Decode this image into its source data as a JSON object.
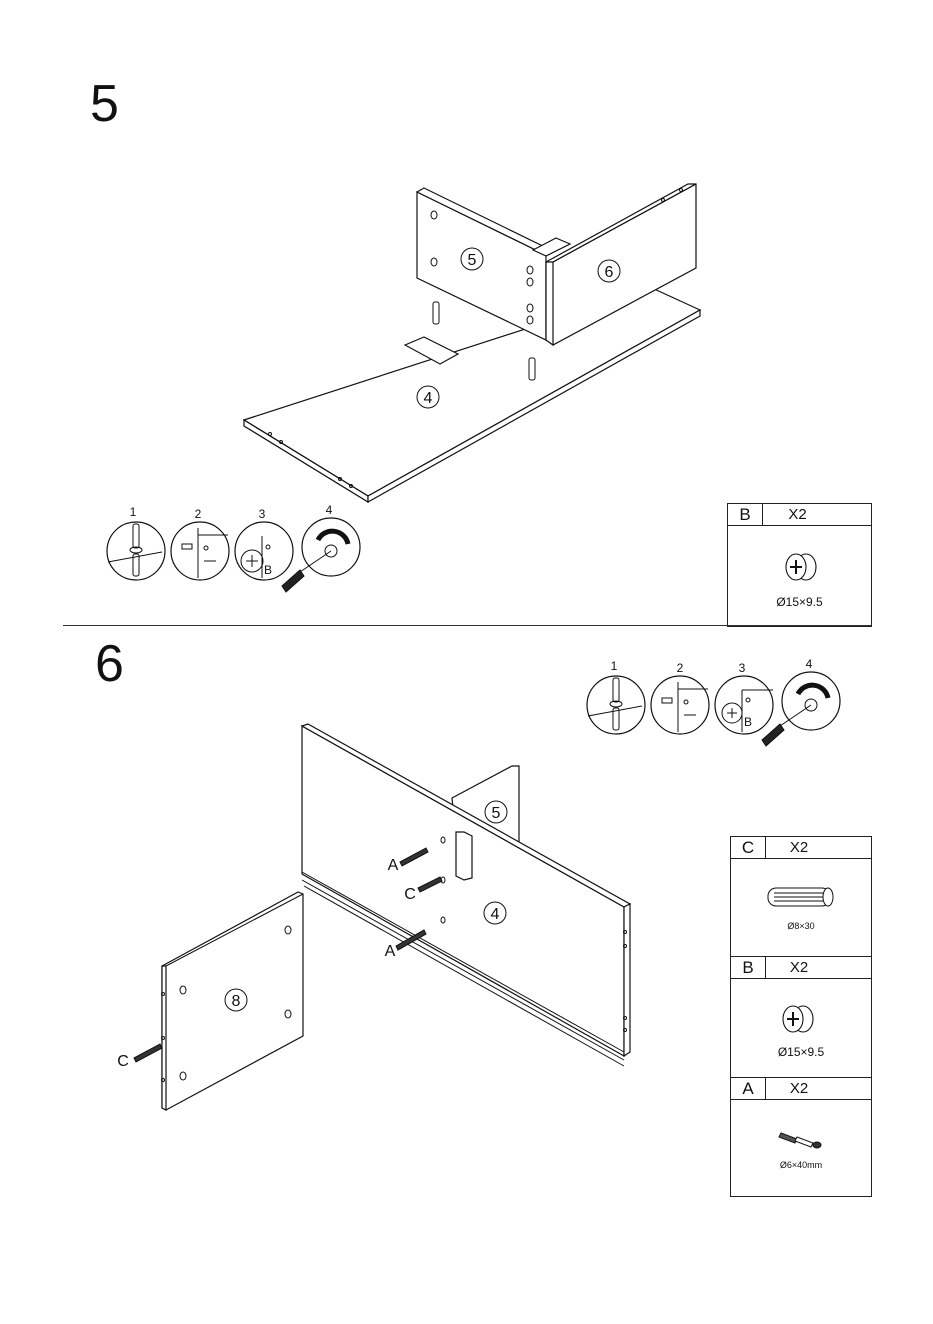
{
  "steps": [
    {
      "number": "5",
      "parts": [
        "5",
        "6",
        "4"
      ],
      "sequence": [
        "1",
        "2",
        "3",
        "4"
      ],
      "sequence_marker": "B",
      "hardware": [
        {
          "letter": "B",
          "qty": "X2",
          "size": "Ø15×9.5",
          "icon": "cam-lock-icon"
        }
      ]
    },
    {
      "number": "6",
      "parts": [
        "5",
        "4",
        "8"
      ],
      "callouts": [
        "A",
        "C",
        "A",
        "C"
      ],
      "sequence": [
        "1",
        "2",
        "3",
        "4"
      ],
      "sequence_marker": "B",
      "hardware": [
        {
          "letter": "C",
          "qty": "X2",
          "size": "Ø8×30",
          "icon": "wood-dowel-icon"
        },
        {
          "letter": "B",
          "qty": "X2",
          "size": "Ø15×9.5",
          "icon": "cam-lock-icon"
        },
        {
          "letter": "A",
          "qty": "X2",
          "size": "Ø6×40mm",
          "icon": "cam-bolt-icon"
        }
      ]
    }
  ]
}
